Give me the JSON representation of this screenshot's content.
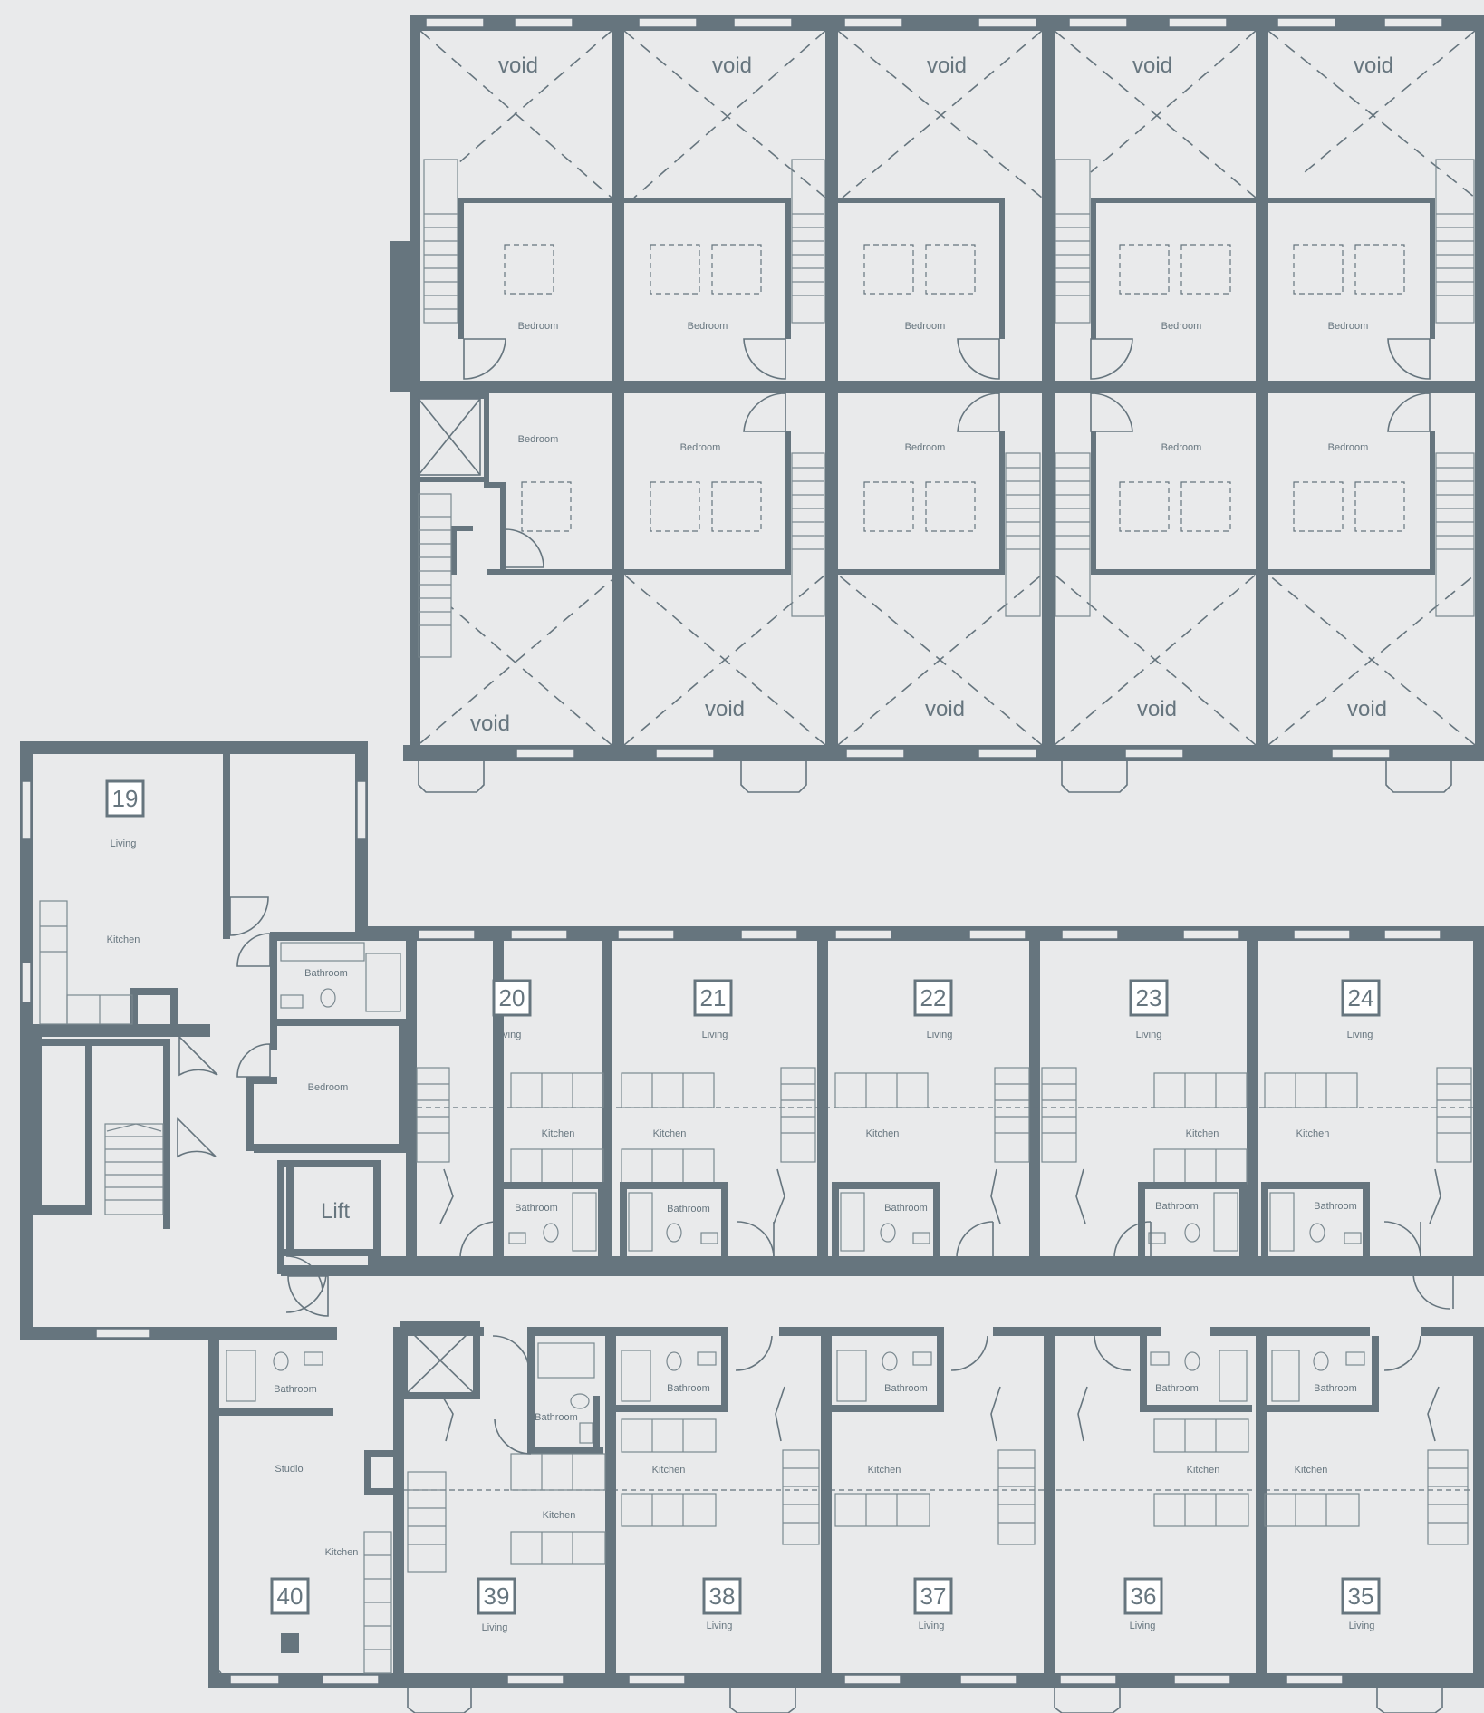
{
  "labels": {
    "void": "void",
    "bedroom": "Bedroom",
    "living": "Living",
    "kitchen": "Kitchen",
    "bathroom": "Bathroom",
    "studio": "Studio",
    "lift": "Lift"
  },
  "units": {
    "u19": "19",
    "u20": "20",
    "u21": "21",
    "u22": "22",
    "u23": "23",
    "u24": "24",
    "u35": "35",
    "u36": "36",
    "u37": "37",
    "u38": "38",
    "u39": "39",
    "u40": "40"
  },
  "colors": {
    "wall": "#66757e",
    "background": "#e9eaeb",
    "label_box": "#ffffff"
  }
}
